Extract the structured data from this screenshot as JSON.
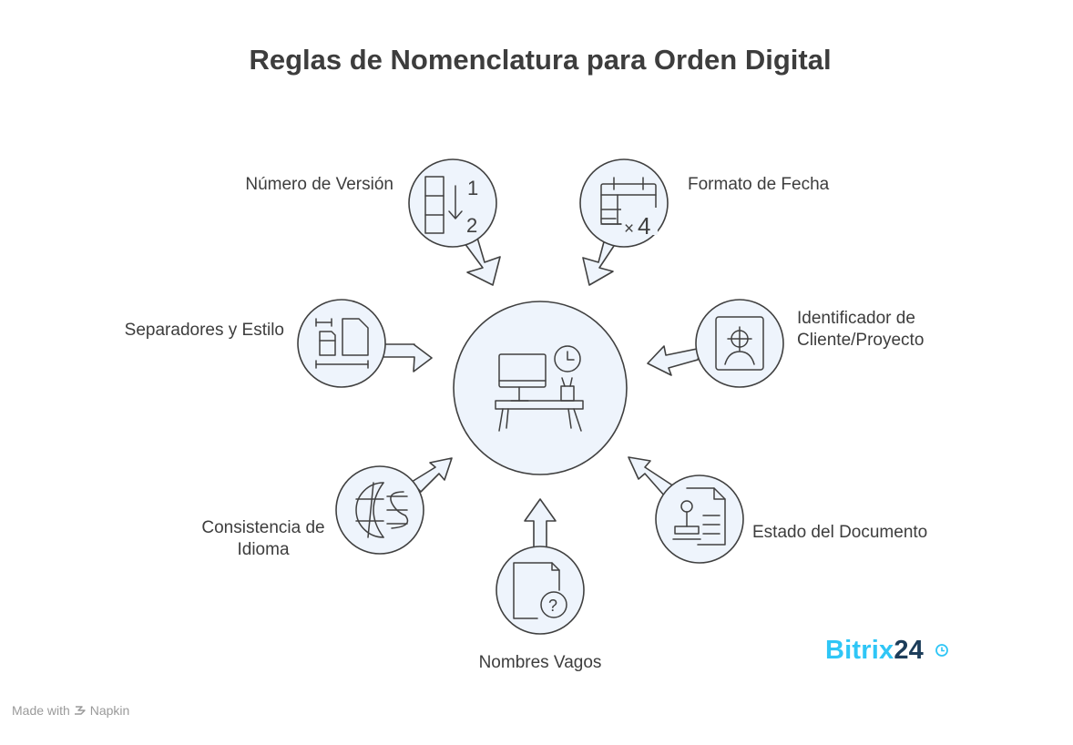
{
  "title": "Reglas de Nomenclatura para Orden Digital",
  "items": [
    {
      "label": "Número de Versión",
      "icon": "version-number-icon"
    },
    {
      "label": "Formato de Fecha",
      "icon": "date-format-icon"
    },
    {
      "label": "Separadores y Estilo",
      "icon": "separators-style-icon"
    },
    {
      "label_line1": "Identificador de",
      "label_line2": "Cliente/Proyecto",
      "icon": "client-id-icon"
    },
    {
      "label_line1": "Consistencia de",
      "label_line2": "Idioma",
      "icon": "language-consistency-icon"
    },
    {
      "label": "Estado del Documento",
      "icon": "document-status-icon"
    },
    {
      "label": "Nombres Vagos",
      "icon": "vague-names-icon"
    }
  ],
  "center_icon": "workspace-desk-icon",
  "icon_glyphs": {
    "version_top": "1",
    "version_bottom": "2",
    "date_times": "×",
    "date_four": "4",
    "question": "?"
  },
  "brand": {
    "text": "Bitrix",
    "number": "24"
  },
  "footer": {
    "made_with": "Made with",
    "tool": "Napkin"
  },
  "colors": {
    "circle_fill": "#eef4fc",
    "stroke": "#404040",
    "brand_blue": "#2fc6f6",
    "brand_dark": "#1c3d5a"
  }
}
